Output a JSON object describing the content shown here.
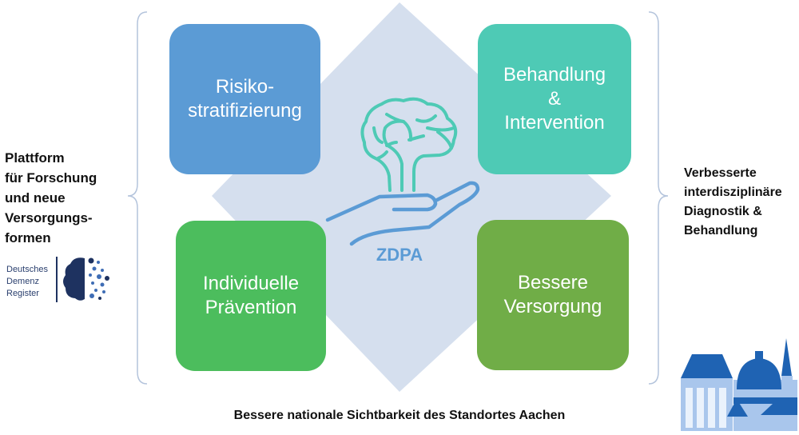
{
  "left_text": "Plattform\nfür Forschung\nund neue\nVersorgungs-\nformen",
  "right_text": "Verbesserte\ninterdisziplinäre\nDiagnostik &\nBehandlung",
  "bottom_text": "Bessere nationale Sichtbarkeit des Standortes Aachen",
  "center_label": "ZDPA",
  "logo_text": "Deutsches\nDemenz\nRegister",
  "boxes": [
    {
      "label": "Risiko-\nstratifizierung",
      "color": "#5b9bd5"
    },
    {
      "label": "Behandlung\n&\nIntervention",
      "color": "#4ecab5"
    },
    {
      "label": "Individuelle\nPrävention",
      "color": "#4cbd5d"
    },
    {
      "label": "Bessere\nVersorgung",
      "color": "#70ad47"
    }
  ],
  "colors": {
    "diamond": "#d5dfee",
    "brain": "#4ecab5",
    "hand": "#5b9bd5",
    "brace": "#b4c4dc",
    "cathedral": "#1f63b3"
  }
}
